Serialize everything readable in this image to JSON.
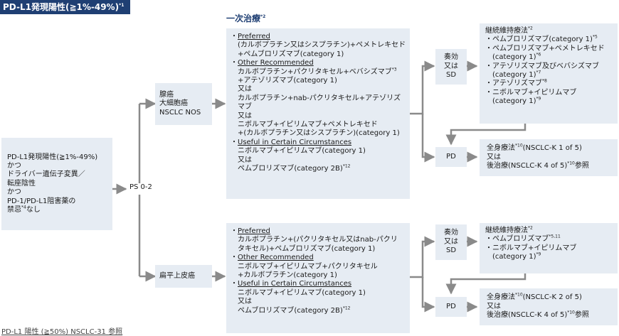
{
  "title": "PD-L1発現陽性(≧1%-49%)",
  "title_note": "*1",
  "heading": "一次治療",
  "heading_note": "*2",
  "patient": {
    "l1": "PD-L1発現陽性(≧1%-49%)",
    "l2": "かつ",
    "l3": "ドライバー遺伝子変異／",
    "l4": "転座陰性",
    "l5": "かつ",
    "l6": "PD-1/PD-L1阻害薬の",
    "l7a": "禁忌",
    "l7note": "*4",
    "l7b": "なし"
  },
  "ps": "PS 0-2",
  "histology": {
    "nonsquamous": {
      "l1": "腺癌",
      "l2": "大細胞癌",
      "l3": "NSCLC NOS"
    },
    "squamous": "扁平上皮癌"
  },
  "top_regimens": {
    "preferred_label": "Preferred",
    "p1": "(カルボプラチン又はシスプラチン)+ペメトレキセド",
    "p2": "+ペムブロリズマブ(category 1)",
    "other_label": "Other Recommended",
    "o1": "カルボプラチン+パクリタキセル+ベバシズマブ",
    "o1note": "*3",
    "o2": "+アテゾリズマブ(category 1)",
    "o3": "又は",
    "o4": "カルボプラチン+nab-パクリタキセル+アテゾリズ",
    "o5": "マブ",
    "o6": "又は",
    "o7": "ニボルマブ+イピリムマブ+ペメトレキセド",
    "o8": "+(カルボプラチン又はシスプラチン)(category 1)",
    "useful_label": "Useful in Certain Circumstances",
    "u1": "ニボルマブ+イピリムマブ(category 1)",
    "u2": "又は",
    "u3": "ペムブロリズマブ(category 2B)",
    "u3note": "*12"
  },
  "bottom_regimens": {
    "preferred_label": "Preferred",
    "p1": "カルボプラチン+(パクリタキセル又はnab-パクリ",
    "p2": "タキセル)+ペムブロリズマブ(category 1)",
    "other_label": "Other Recommended",
    "o1": "ニボルマブ+イピリムマブ+パクリタキセル",
    "o2": "+カルボプラチン(category 1)",
    "useful_label": "Useful in Certain Circumstances",
    "u1": "ニボルマブ+イピリムマブ(category 1)",
    "u2": "又は",
    "u3": "ペムブロリズマブ(category 2B)",
    "u3note": "*12"
  },
  "response": {
    "l1": "奏効",
    "l2": "又は",
    "l3": "SD"
  },
  "pd": "PD",
  "top_maintenance": {
    "title": "継続維持療法",
    "title_note": "*2",
    "m1": "・ペムブロリズマブ(category 1)",
    "m1note": "*5",
    "m2a": "・ペムブロリズマブ+ペメトレキセド",
    "m2b": "(category 1)",
    "m2note": "*6",
    "m3a": "・アテゾリズマブ及びベバシズマブ",
    "m3b": "(category 1)",
    "m3note": "*7",
    "m4": "・アテゾリズマブ",
    "m4note": "*8",
    "m5a": "・ニボルマブ+イピリムマブ",
    "m5b": "(category 1)",
    "m5note": "*9"
  },
  "bottom_maintenance": {
    "title": "継続維持療法",
    "title_note": "*2",
    "m1": "・ペムブロリズマブ",
    "m1note": "*5,11",
    "m2a": "・ニボルマブ+イピリムマブ",
    "m2b": "(category 1)",
    "m2note": "*9"
  },
  "top_pd_therapy": {
    "l1a": "全身療法",
    "l1note": "*10",
    "l1b": "(NSCLC-K 1 of 5)",
    "l2": "又は",
    "l3a": "後治療(NSCLC-K 4 of 5)",
    "l3note": "*10",
    "l3b": "参照"
  },
  "bottom_pd_therapy": {
    "l1a": "全身療法",
    "l1note": "*10",
    "l1b": "(NSCLC-K 2 of 5)",
    "l2": "又は",
    "l3a": "後治療(NSCLC-K 4 of 5)",
    "l3note": "*10",
    "l3b": "参照"
  },
  "footer": "PD-L1 陽性 (≧50%) NSCLC-31 参照",
  "colors": {
    "title_bg": "#1f3f73",
    "box_bg": "#e6ecf3",
    "arrow": "#8a8a8a"
  }
}
